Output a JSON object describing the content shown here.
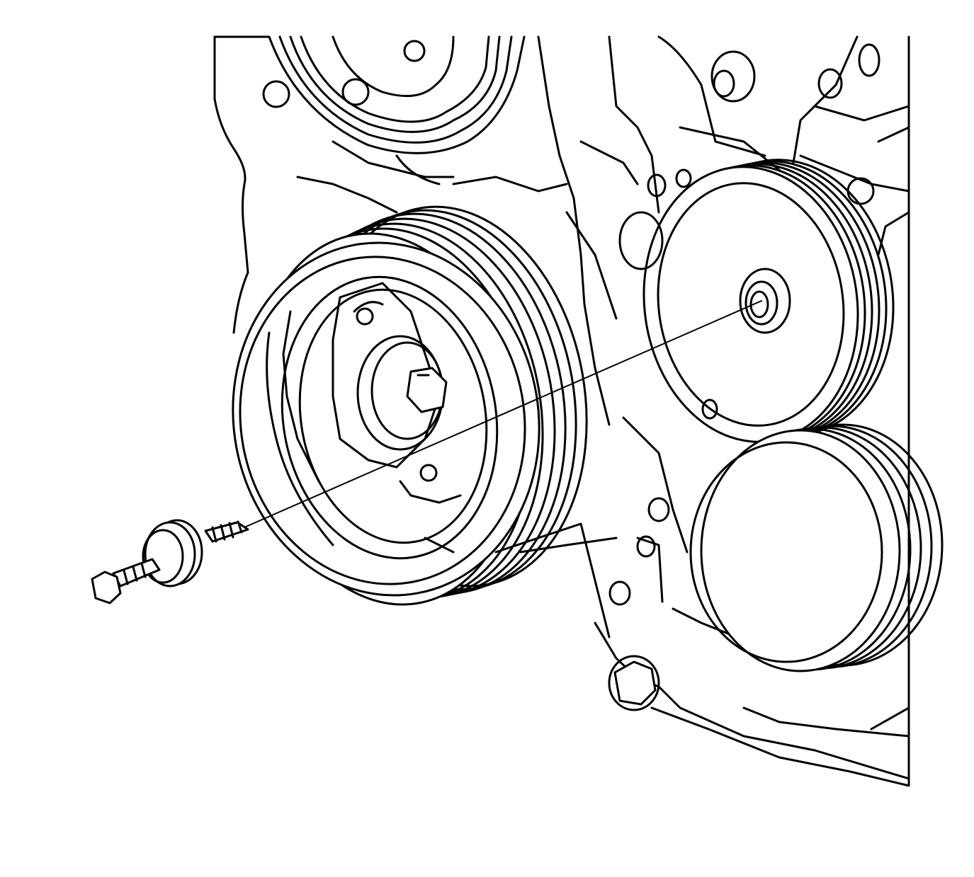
{
  "colors": {
    "line": "#000000",
    "background": "#ffffff"
  },
  "parts": [
    {
      "name": "crankshaft-balancer-pulley",
      "icon": "pulley-icon"
    },
    {
      "name": "idler-pulley",
      "icon": "pulley-icon"
    },
    {
      "name": "upper-idler-pulley",
      "icon": "pulley-icon"
    },
    {
      "name": "lower-pulley",
      "icon": "pulley-icon"
    },
    {
      "name": "idler-pulley-bolt",
      "icon": "bolt-icon"
    },
    {
      "name": "engine-front-cover",
      "icon": "engine-cover-icon"
    }
  ]
}
